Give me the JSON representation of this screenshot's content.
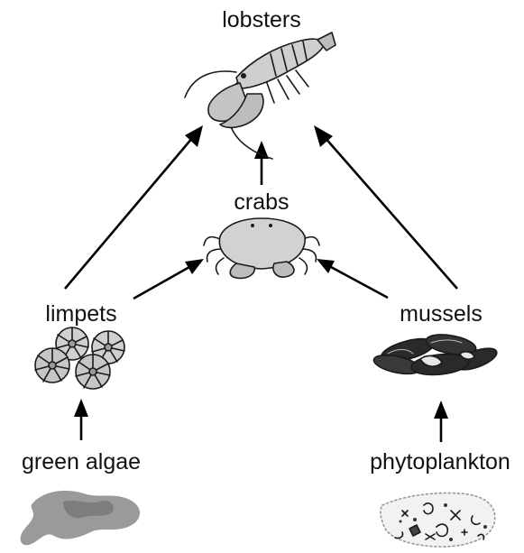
{
  "organisms": {
    "lobsters": "lobsters",
    "crabs": "crabs",
    "limpets": "limpets",
    "mussels": "mussels",
    "green_algae": "green algae",
    "phytoplankton": "phytoplankton"
  },
  "arrows": [
    {
      "from": "limpets",
      "to": "lobsters"
    },
    {
      "from": "crabs",
      "to": "lobsters"
    },
    {
      "from": "mussels",
      "to": "lobsters"
    },
    {
      "from": "limpets",
      "to": "crabs"
    },
    {
      "from": "mussels",
      "to": "crabs"
    },
    {
      "from": "green algae",
      "to": "limpets"
    },
    {
      "from": "phytoplankton",
      "to": "mussels"
    }
  ],
  "colors": {
    "arrow": "#000000",
    "illustration_fill": "#c8c8c8",
    "illustration_dark": "#2a2a2a",
    "algae_fill": "#9a9a9a"
  }
}
